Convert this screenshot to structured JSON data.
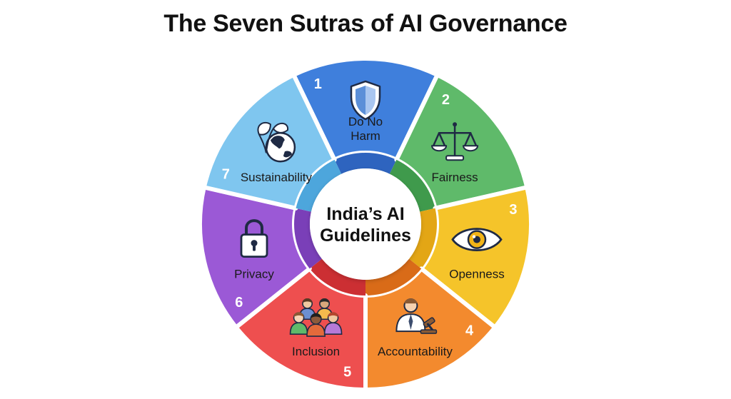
{
  "title": "The Seven Sutras of AI Governance",
  "center": {
    "line1": "India’s AI",
    "line2": "Guidelines"
  },
  "segments": [
    {
      "number": "1",
      "label_lines": [
        "Do No",
        "Harm"
      ],
      "icon": "shield-icon",
      "color": "#3f7fdc",
      "ring_color": "#2e64bf"
    },
    {
      "number": "2",
      "label_lines": [
        "Fairness"
      ],
      "icon": "scales-icon",
      "color": "#5fba6a",
      "ring_color": "#3f9a4c"
    },
    {
      "number": "3",
      "label_lines": [
        "Openness"
      ],
      "icon": "eye-icon",
      "color": "#f5c42a",
      "ring_color": "#e3a615"
    },
    {
      "number": "4",
      "label_lines": [
        "Accountability"
      ],
      "icon": "judge-gavel-icon",
      "color": "#f38a2e",
      "ring_color": "#d96b18"
    },
    {
      "number": "5",
      "label_lines": [
        "Inclusion"
      ],
      "icon": "people-group-icon",
      "color": "#ee4f4f",
      "ring_color": "#cc2f33"
    },
    {
      "number": "6",
      "label_lines": [
        "Privacy"
      ],
      "icon": "padlock-icon",
      "color": "#9b59d6",
      "ring_color": "#7a3fb8"
    },
    {
      "number": "7",
      "label_lines": [
        "Sustainability"
      ],
      "icon": "globe-leaf-icon",
      "color": "#7fc6ef",
      "ring_color": "#4da6dc"
    }
  ]
}
